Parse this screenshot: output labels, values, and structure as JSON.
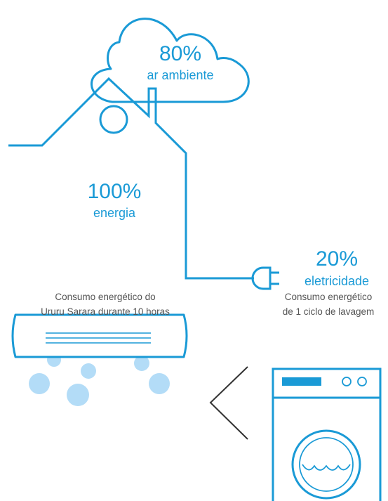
{
  "colors": {
    "accent": "#1a9ad6",
    "bubble": "#b3dcf7",
    "dark": "#333333",
    "caption": "#555555"
  },
  "ambient_air": {
    "percent": "80%",
    "label": "ar ambiente"
  },
  "energy": {
    "percent": "100%",
    "label": "energia"
  },
  "electricity": {
    "percent": "20%",
    "label": "eletricidade"
  },
  "comparison": {
    "left_caption": [
      "Consumo energético do",
      "Ururu Sarara durante 10 horas"
    ],
    "right_caption": [
      "Consumo energético",
      "de 1 ciclo de lavagem"
    ],
    "symbol": "less-than-sign"
  },
  "icons": [
    "cloud-icon",
    "house-icon",
    "plug-icon",
    "air-conditioner-icon",
    "washing-machine-icon"
  ]
}
